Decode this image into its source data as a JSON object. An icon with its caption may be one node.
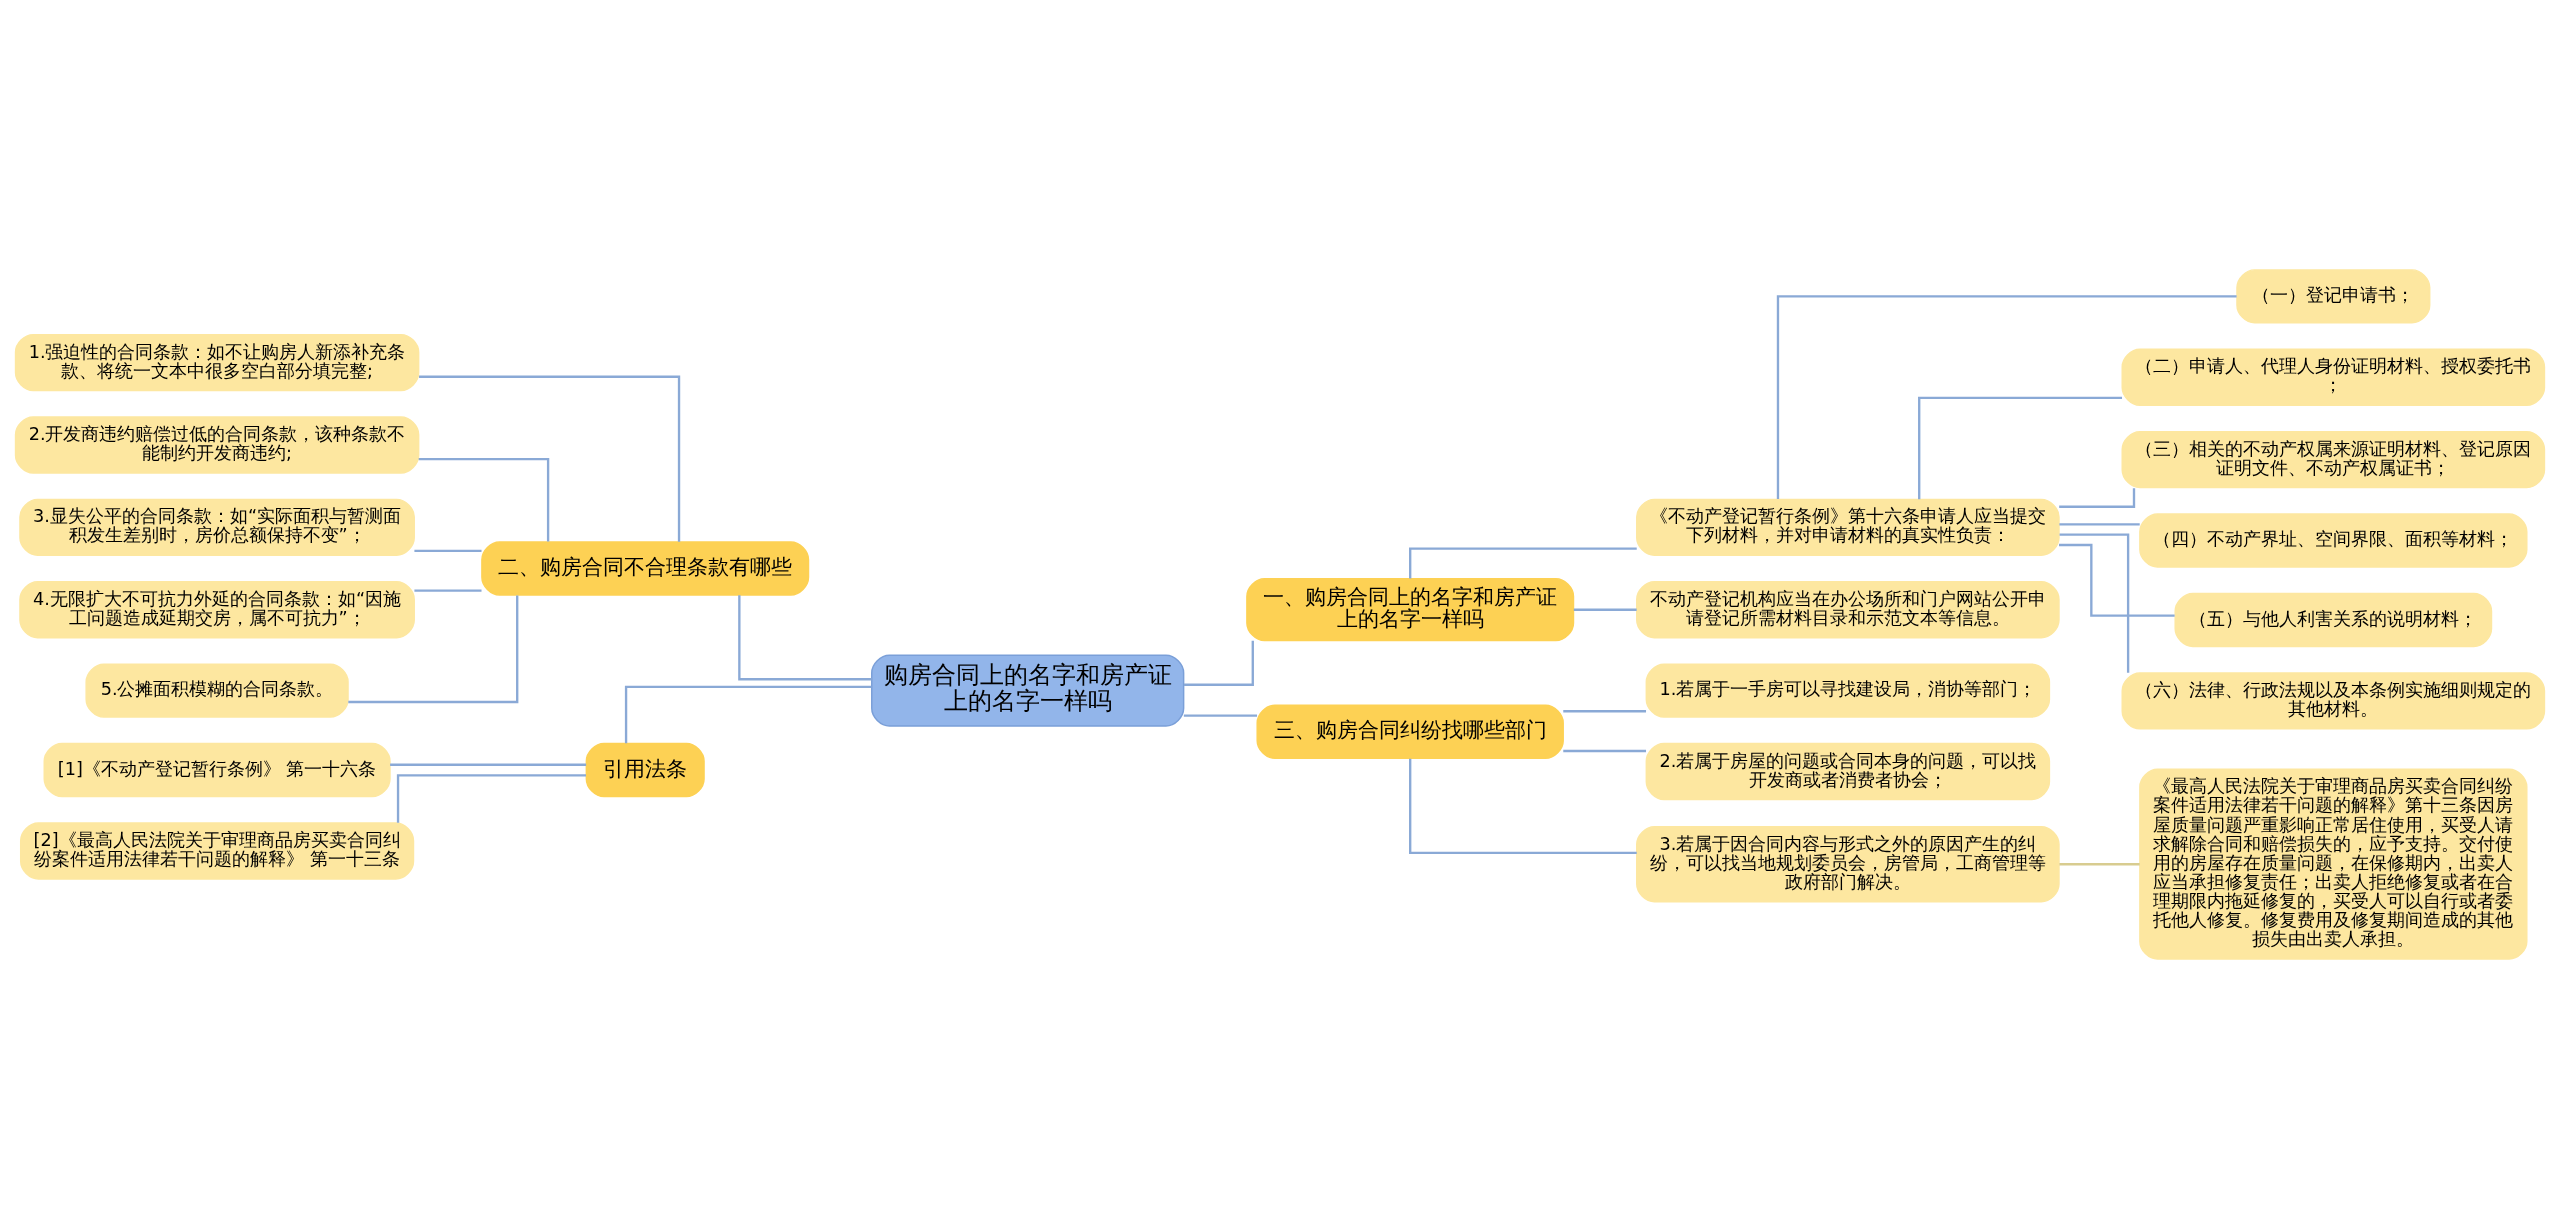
{
  "diagram": {
    "nodes": [
      {
        "text": [
          "购房合同上的名字和房产证上的名字一样吗"
        ]
      },
      {
        "text": [
          "一、购房合同上的名字和房产证上的名字一样吗"
        ]
      },
      {
        "text": [
          "《不动产登记暂行条例》第十六条申请人应当提交下列材料，并对申请材料的真实性负责："
        ]
      },
      {
        "text": [
          "（一）登记申请书；"
        ]
      },
      {
        "text": [
          "（二）申请人、代理人身份证明材料、授权委托书；"
        ]
      },
      {
        "text": [
          "（三）相关的不动产权属来源证明材料、登记原因证明文件、不动产权属证书；"
        ]
      },
      {
        "text": [
          "（四）不动产界址、空间界限、面积等材料；"
        ]
      },
      {
        "text": [
          "（五）与他人利害关系的说明材料；"
        ]
      },
      {
        "text": [
          "（六）法律、行政法规以及本条例实施细则规定的其他材料。"
        ]
      },
      {
        "text": [
          "不动产登记机构应当在办公场所和门户网站公开申请登记所需材料目录和示范文本等信息。"
        ]
      },
      {
        "text": [
          "二、购房合同不合理条款有哪些"
        ]
      },
      {
        "text": [
          "1.强迫性的合同条款：如不让购房人新添补充条款、将统一文本中很多空白部分填完整;"
        ]
      },
      {
        "text": [
          "2.开发商违约赔偿过低的合同条款，该种条款不能制约开发商违约;"
        ]
      },
      {
        "text": [
          "3.显失公平的合同条款：如“实际面积与暂测面积发生差别时，房价总额保持不变”；"
        ]
      },
      {
        "text": [
          "4.无限扩大不可抗力外延的合同条款：如“因施工问题造成延期交房，属不可抗力”；"
        ]
      },
      {
        "text": [
          "5.公摊面积模糊的合同条款。"
        ]
      },
      {
        "text": [
          "三、购房合同纠纷找哪些部门"
        ]
      },
      {
        "text": [
          "1.若属于一手房可以寻找建设局，消协等部门；"
        ]
      },
      {
        "text": [
          "2.若属于房屋的问题或合同本身的问题，可以找开发商或者消费者协会；"
        ]
      },
      {
        "text": [
          "3.若属于因合同内容与形式之外的原因产生的纠纷，可以找当地规划委员会，房管局，工商管理等政府部门解决。"
        ]
      },
      {
        "text": [
          "《最高人民法院关于审理商品房买卖合同纠纷案件适用法律若干问题的解释》第十三条因房屋质量问题严重影响正常居住使用，买受人请求解除合同和赔偿损失的，应予支持。交付使用的房屋存在质量问题，在保修期内，出卖人应当承担修复责任；出卖人拒绝修复或者在合理期限内拖延修复的，买受人可以自行或者委托他人修复。修复费用及修复期间造成的其他损失由出卖人承担。"
        ]
      },
      {
        "text": [
          "引用法条"
        ]
      },
      {
        "text": [
          "[1]《不动产登记暂行条例》 第一十六条"
        ]
      },
      {
        "text": [
          "[2]《最高人民法院关于审理商品房买卖合同纠纷案件适用法律若干问题的解释》 第一十三条"
        ]
      }
    ],
    "edges": [
      {
        "from": 0,
        "to": 1,
        "arrow": "none"
      },
      {
        "from": 1,
        "to": 2,
        "arrow": "none"
      },
      {
        "from": 2,
        "to": 3,
        "arrow": "none"
      },
      {
        "from": 2,
        "to": 4,
        "arrow": "none"
      },
      {
        "from": 2,
        "to": 5,
        "arrow": "none"
      },
      {
        "from": 2,
        "to": 6,
        "arrow": "none"
      },
      {
        "from": 2,
        "to": 7,
        "arrow": "none"
      },
      {
        "from": 2,
        "to": 8,
        "arrow": "none"
      },
      {
        "from": 1,
        "to": 9,
        "arrow": "none"
      },
      {
        "from": 0,
        "to": 10,
        "arrow": "none"
      },
      {
        "from": 10,
        "to": 11,
        "arrow": "none"
      },
      {
        "from": 10,
        "to": 12,
        "arrow": "none"
      },
      {
        "from": 10,
        "to": 13,
        "arrow": "none"
      },
      {
        "from": 10,
        "to": 14,
        "arrow": "none"
      },
      {
        "from": 10,
        "to": 15,
        "arrow": "none"
      },
      {
        "from": 0,
        "to": 16,
        "arrow": "none"
      },
      {
        "from": 16,
        "to": 17,
        "arrow": "none"
      },
      {
        "from": 16,
        "to": 18,
        "arrow": "none"
      },
      {
        "from": 16,
        "to": 19,
        "arrow": "none"
      },
      {
        "from": 19,
        "to": 20,
        "arrow": "none",
        "color": "#d8cc90"
      },
      {
        "from": 0,
        "to": 21,
        "arrow": "none"
      },
      {
        "from": 21,
        "to": 22,
        "arrow": "none"
      },
      {
        "from": 21,
        "to": 23,
        "arrow": "none"
      }
    ]
  }
}
